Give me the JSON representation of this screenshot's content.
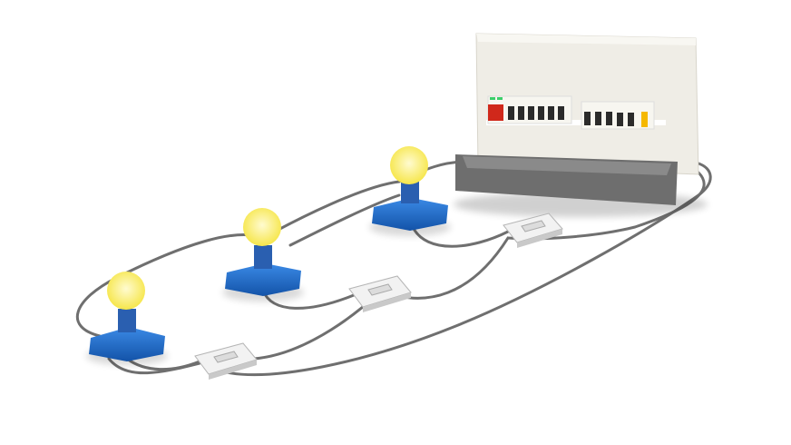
{
  "colors": {
    "wire": "#6f6f6f",
    "bulb_glass": "#fff27a",
    "bulb_base": "#1f6fd1",
    "fitting": "#2a5fb0",
    "panel": "#efede6",
    "tray": "#6e6e6e",
    "breaker": "#2b2b2b",
    "main_switch": "#d0281b",
    "rcd_indicator": "#3ccf6a",
    "yellow_breaker": "#f5b800",
    "light_switch": "#f2f2f2"
  },
  "bulbs": [
    {
      "state": "on"
    },
    {
      "state": "on"
    },
    {
      "state": "on"
    }
  ],
  "switches": [
    {
      "state": "off"
    },
    {
      "state": "off"
    },
    {
      "state": "off"
    }
  ]
}
